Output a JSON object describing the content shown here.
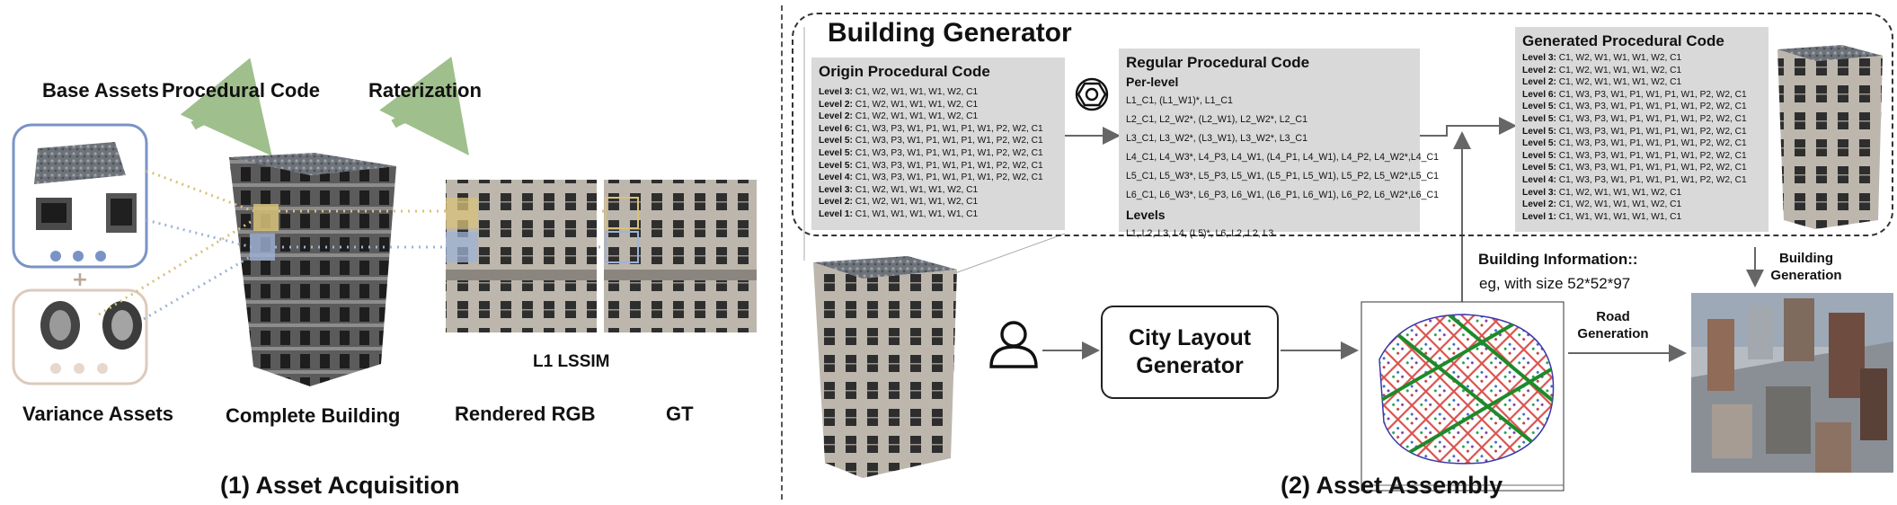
{
  "left": {
    "labels": {
      "base_assets": "Base Assets",
      "procedural_code": "Procedural Code",
      "raterization": "Raterization",
      "variance_assets": "Variance Assets",
      "complete_building": "Complete Building",
      "rendered_rgb": "Rendered RGB",
      "gt": "GT",
      "loss": "L1 LSSIM"
    },
    "caption": "(1) Asset Acquisition"
  },
  "right": {
    "title": "Building Generator",
    "origin": {
      "title": "Origin Procedural Code",
      "lines": [
        {
          "k": "Level 3:",
          "v": " C1, W2, W1, W1, W1, W2, C1"
        },
        {
          "k": "Level 2:",
          "v": " C1, W2, W1, W1, W1, W2, C1"
        },
        {
          "k": "Level 2:",
          "v": " C1, W2, W1, W1, W1, W2, C1"
        },
        {
          "k": "Level 6:",
          "v": " C1, W3, P3, W1, P1, W1, P1, W1, P2, W2, C1"
        },
        {
          "k": "Level 5:",
          "v": " C1, W3, P3, W1, P1, W1, P1, W1, P2, W2, C1"
        },
        {
          "k": "Level 5:",
          "v": " C1, W3, P3, W1, P1, W1, P1, W1, P2, W2, C1"
        },
        {
          "k": "Level 5:",
          "v": " C1, W3, P3, W1, P1, W1, P1, W1, P2, W2, C1"
        },
        {
          "k": "Level 4:",
          "v": " C1, W3, P3, W1, P1, W1, P1, W1, P2, W2, C1"
        },
        {
          "k": "Level 3:",
          "v": " C1, W2, W1, W1, W1, W2, C1"
        },
        {
          "k": "Level 2:",
          "v": " C1, W2, W1, W1, W1, W2, C1"
        },
        {
          "k": "Level 1:",
          "v": " C1, W1, W1, W1, W1, W1, C1"
        }
      ]
    },
    "regular": {
      "title": "Regular Procedural Code",
      "per_level_label": "Per-level",
      "per_level": [
        "L1_C1, (L1_W1)*, L1_C1",
        "L2_C1, L2_W2*, (L2_W1), L2_W2*, L2_C1",
        "L3_C1, L3_W2*, (L3_W1), L3_W2*, L3_C1",
        "L4_C1, L4_W3*, L4_P3, L4_W1, (L4_P1, L4_W1), L4_P2, L4_W2*,L4_C1",
        "L5_C1, L5_W3*, L5_P3, L5_W1, (L5_P1, L5_W1), L5_P2, L5_W2*,L5_C1",
        "L6_C1, L6_W3*, L6_P3, L6_W1, (L6_P1, L6_W1), L6_P2, L6_W2*,L6_C1"
      ],
      "levels_label": "Levels",
      "levels": "L1, L2, L3, L4, (L5)*, L6, L2, L2, L3"
    },
    "generated": {
      "title": "Generated Procedural Code",
      "lines": [
        {
          "k": "Level 3:",
          "v": " C1, W2, W1, W1, W1, W2, C1"
        },
        {
          "k": "Level 2:",
          "v": " C1, W2, W1, W1, W1, W2, C1"
        },
        {
          "k": "Level 2:",
          "v": " C1, W2, W1, W1, W1, W2, C1"
        },
        {
          "k": "Level 6:",
          "v": " C1, W3, P3, W1, P1, W1, P1, W1, P2, W2, C1"
        },
        {
          "k": "Level 5:",
          "v": " C1, W3, P3, W1, P1, W1, P1, W1, P2, W2, C1"
        },
        {
          "k": "Level 5:",
          "v": " C1, W3, P3, W1, P1, W1, P1, W1, P2, W2, C1"
        },
        {
          "k": "Level 5:",
          "v": " C1, W3, P3, W1, P1, W1, P1, W1, P2, W2, C1"
        },
        {
          "k": "Level 5:",
          "v": " C1, W3, P3, W1, P1, W1, P1, W1, P2, W2, C1"
        },
        {
          "k": "Level 5:",
          "v": " C1, W3, P3, W1, P1, W1, P1, W1, P2, W2, C1"
        },
        {
          "k": "Level 5:",
          "v": " C1, W3, P3, W1, P1, W1, P1, W1, P2, W2, C1"
        },
        {
          "k": "Level 4:",
          "v": " C1, W3, P3, W1, P1, W1, P1, W1, P2, W2, C1"
        },
        {
          "k": "Level 3:",
          "v": " C1, W2, W1, W1, W1, W2, C1"
        },
        {
          "k": "Level 2:",
          "v": " C1, W2, W1, W1, W1, W2, C1"
        },
        {
          "k": "Level 1:",
          "v": " C1, W1, W1, W1, W1, W1, C1"
        }
      ]
    },
    "city_layout_generator": "City Layout Generator",
    "building_information": "Building Information::",
    "size_note": "eg, with size 52*52*97",
    "road_generation": "Road Generation",
    "building_generation": "Building Generation",
    "caption": "(2) Asset Assembly"
  },
  "colors": {
    "blue_frame": "#7a93c6",
    "beige_frame": "#dccabc",
    "gold_patch": "#d8c27a",
    "blue_patch": "#9fb3d6",
    "road_green": "#1e8a2a",
    "grid_red": "#d9534f",
    "gray_box": "#d9d9d9"
  }
}
